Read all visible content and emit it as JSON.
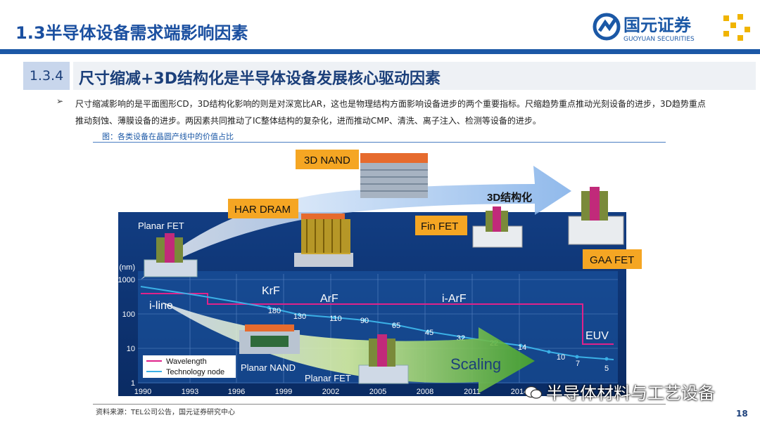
{
  "header": {
    "title": "1.3半导体设备需求端影响因素",
    "logo_cn": "国元证券",
    "logo_en": "GUOYUAN SECURITIES"
  },
  "section": {
    "number": "1.3.4",
    "title": "尺寸缩减+3D结构化是半导体设备发展核心驱动因素"
  },
  "bullet_text": "尺寸缩减影响的是平面图形CD，3D结构化影响的则是对深宽比AR，这也是物理结构方面影响设备进步的两个重要指标。尺缩趋势重点推动光刻设备的进步，3D趋势重点推动刻蚀、薄膜设备的进步。两因素共同推动了IC整体结构的复杂化，进而推动CMP、清洗、离子注入、检测等设备的进步。",
  "figure_caption": "图：各类设备在晶圆产线中的价值占比",
  "chart": {
    "unit_label": "(nm)",
    "y_ticks": [
      "1000",
      "100",
      "10",
      "1"
    ],
    "x_ticks": [
      "1990",
      "1993",
      "1996",
      "1999",
      "2002",
      "2005",
      "2008",
      "2011",
      "2014"
    ],
    "lithography_labels": [
      "i-line",
      "KrF",
      "ArF",
      "i-ArF",
      "EUV"
    ],
    "node_labels": [
      "180",
      "130",
      "110",
      "90",
      "65",
      "45",
      "32",
      "22",
      "14",
      "10",
      "7",
      "5"
    ],
    "legend": [
      "Wavelength",
      "Technology node"
    ],
    "callouts": [
      "3D NAND",
      "HAR DRAM",
      "3D结构化",
      "Fin FET",
      "GAA FET",
      "Planar FET",
      "Planar NAND",
      "Planar FET",
      "Scaling"
    ],
    "colors": {
      "wavelength": "#e0228a",
      "technology_node": "#3bb0e6",
      "chart_bg": "#0b2f6e",
      "callout_bg": "#f5a623"
    }
  },
  "footer": {
    "source": "资料来源：TEL公司公告，国元证券研究中心",
    "page": "18",
    "watermark": "半导体材料与工艺设备"
  }
}
